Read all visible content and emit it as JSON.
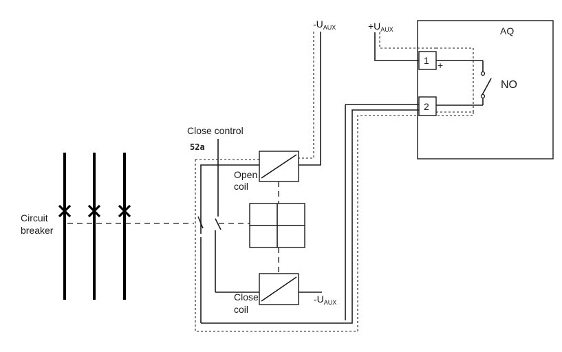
{
  "labels": {
    "aq": "AQ",
    "no": "NO",
    "terminal_1": "1",
    "terminal_2": "2",
    "plus": "+",
    "close_control": "Close control",
    "contact_52a": "52a",
    "circuit": "Circuit",
    "breaker": "breaker",
    "open_coil_line1": "Open",
    "open_coil_line2": "coil",
    "close_coil_line1": "Close",
    "close_coil_line2": "coil",
    "u_minus_prefix": "-U",
    "u_plus_prefix": "+U",
    "aux_sub": "AUX"
  }
}
